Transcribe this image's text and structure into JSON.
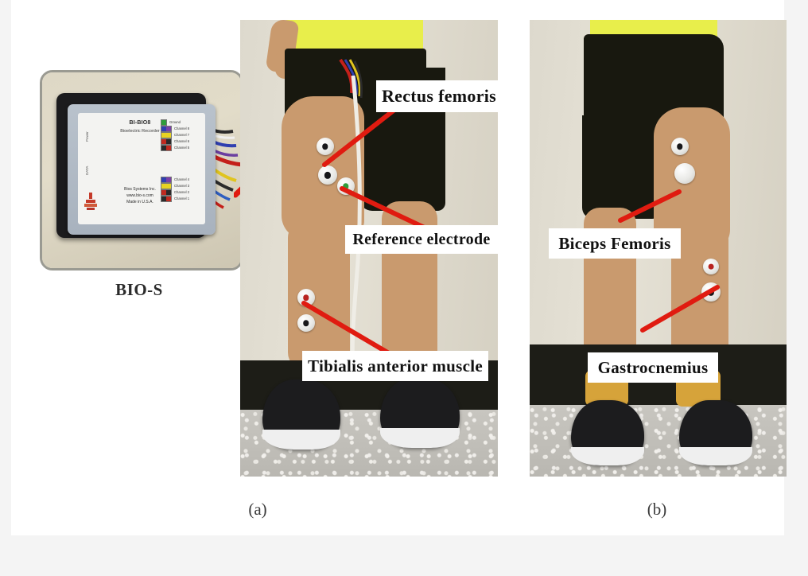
{
  "figure": {
    "device": {
      "caption": "BIO-S",
      "label_title": "BI-BIO8",
      "label_subtitle": "Bioelectric Recorder",
      "label_company": "Bios Systems Inc.\nwww.bio-s.com\nMade in U.S.A.",
      "side_text_power": "Power",
      "side_text_data": "DATA",
      "channels_top": [
        {
          "text": "Ground",
          "colors": [
            "#2f9c3b"
          ]
        },
        {
          "text": "Channel 8",
          "colors": [
            "#2f3fb0",
            "#7a3fa8"
          ]
        },
        {
          "text": "Channel 7",
          "colors": [
            "#e8d322",
            "#e8d322"
          ]
        },
        {
          "text": "Channel 6",
          "colors": [
            "#c02a20",
            "#2a2a2a"
          ]
        },
        {
          "text": "Channel 5",
          "colors": [
            "#2a2a2a",
            "#c02a20"
          ]
        }
      ],
      "channels_bottom": [
        {
          "text": "Channel 4",
          "colors": [
            "#2f3fb0",
            "#7a3fa8"
          ]
        },
        {
          "text": "Channel 3",
          "colors": [
            "#e8d322",
            "#e8d322"
          ]
        },
        {
          "text": "Channel 2",
          "colors": [
            "#c02a20",
            "#2a2a2a"
          ]
        },
        {
          "text": "Channel 1",
          "colors": [
            "#2a2a2a",
            "#c02a20"
          ]
        }
      ]
    },
    "panel_a": {
      "caption": "(a)",
      "labels": {
        "rectus_femoris": "Rectus femoris",
        "reference_electrode": "Reference electrode",
        "tibialis_anterior": "Tibialis anterior muscle"
      }
    },
    "panel_b": {
      "caption": "(b)",
      "labels": {
        "biceps_femoris": "Biceps Femoris",
        "gastrocnemius": "Gastrocnemius"
      }
    },
    "colors": {
      "arrow": "#e01b10",
      "shirt": "#e8ee4b",
      "shorts": "#18180f",
      "skin": "#c99a6e",
      "page_background": "#f4f4f4",
      "card_background": "#ffffff",
      "electrode_green": "#2f9c3b",
      "electrode_red": "#b8231f",
      "sock": "#d6a33a"
    }
  }
}
